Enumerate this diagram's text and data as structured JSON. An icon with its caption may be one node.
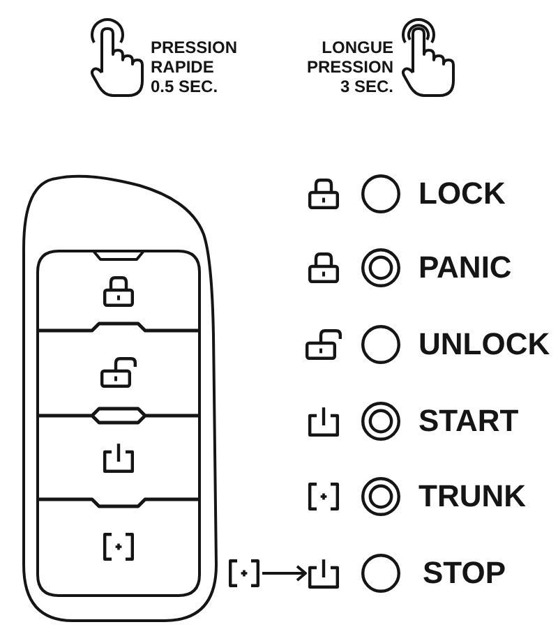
{
  "diagram": {
    "nodes": [
      {
        "text": [],
        "shape": "picture"
      },
      {
        "text": [],
        "shape": "picture"
      }
    ],
    "edges": [
      {
        "from": 0,
        "to": 1,
        "arrow": "to"
      }
    ],
    "labels": [
      "LOCK",
      "PANIC",
      "UNLOCK",
      "START",
      "TRUNK",
      "STOP"
    ],
    "legend": [
      {
        "text": "PRESSION RAPIDE 0.5 SEC."
      },
      {
        "text": "LONGUE PRESSION 3 SEC."
      }
    ]
  }
}
